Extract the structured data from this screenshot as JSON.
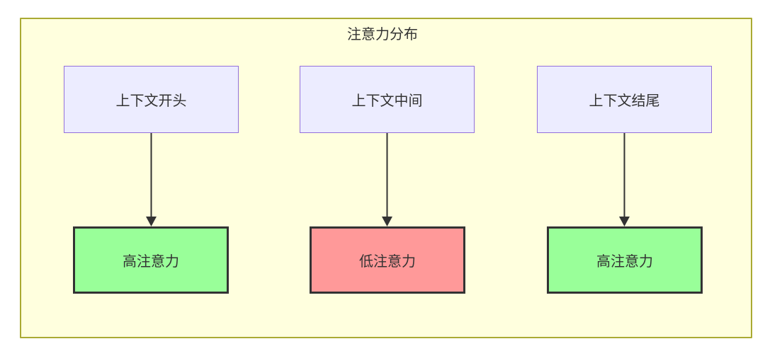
{
  "diagram": {
    "title": "注意力分布",
    "top_nodes": [
      {
        "label": "上下文开头"
      },
      {
        "label": "上下文中间"
      },
      {
        "label": "上下文结尾"
      }
    ],
    "bottom_nodes": [
      {
        "label": "高注意力",
        "level": "high"
      },
      {
        "label": "低注意力",
        "level": "low"
      },
      {
        "label": "高注意力",
        "level": "high"
      }
    ],
    "edges": [
      {
        "from": "上下文开头",
        "to": "高注意力"
      },
      {
        "from": "上下文中间",
        "to": "低注意力"
      },
      {
        "from": "上下文结尾",
        "to": "高注意力"
      }
    ],
    "colors": {
      "container-bg": "#ffffde",
      "container-border": "#aaaa33",
      "top-fill": "#ececff",
      "top-border": "#9370db",
      "high-fill": "#99ff99",
      "low-fill": "#ff9999",
      "node-border": "#333333",
      "arrow": "#333333"
    }
  }
}
